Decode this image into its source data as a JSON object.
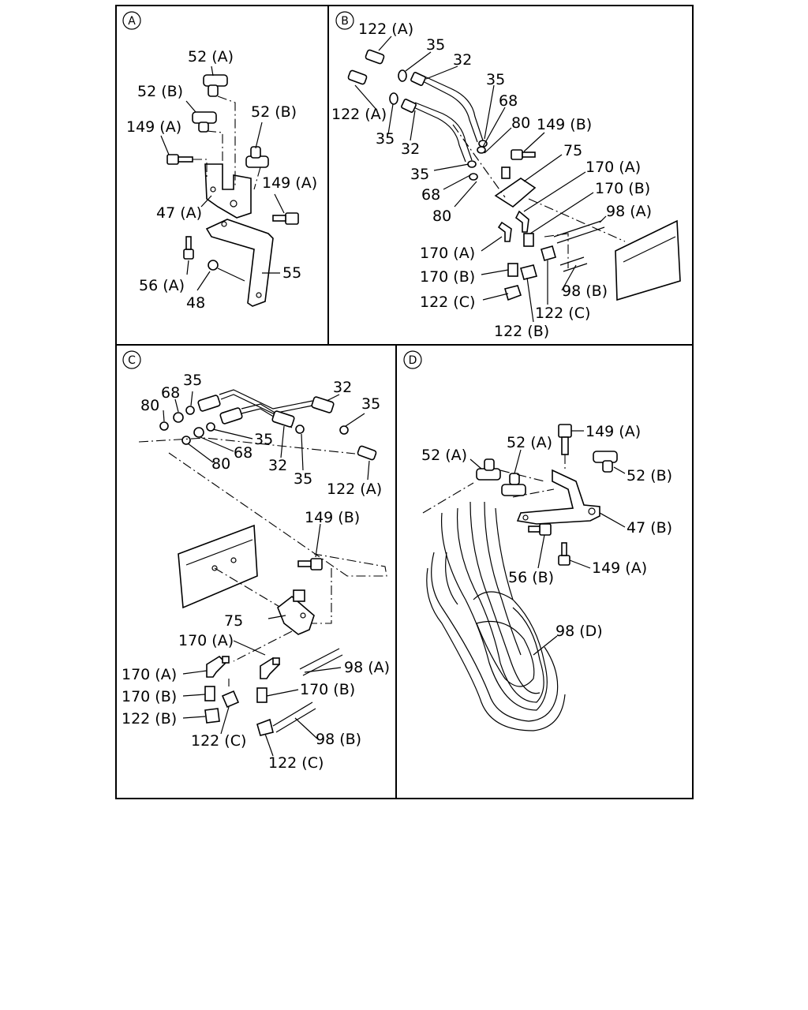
{
  "panels": {
    "A": {
      "marker": "A",
      "labels": [
        "52 (A)",
        "52 (B)",
        "52 (B)",
        "149 (A)",
        "149 (A)",
        "47 (A)",
        "56 (A)",
        "48",
        "55"
      ]
    },
    "B": {
      "marker": "B",
      "labels": [
        "122 (A)",
        "35",
        "32",
        "122 (A)",
        "35",
        "32",
        "35",
        "68",
        "80",
        "149 (B)",
        "75",
        "35",
        "68",
        "80",
        "170 (A)",
        "170 (B)",
        "98 (A)",
        "170 (A)",
        "170 (B)",
        "122 (C)",
        "98 (B)",
        "122 (C)",
        "122 (B)"
      ]
    },
    "C": {
      "marker": "C",
      "labels": [
        "80",
        "68",
        "35",
        "32",
        "35",
        "35",
        "68",
        "80",
        "32",
        "35",
        "122 (A)",
        "149 (B)",
        "75",
        "170 (A)",
        "170 (A)",
        "98 (A)",
        "170 (B)",
        "170 (B)",
        "122 (B)",
        "122 (C)",
        "98 (B)",
        "122 (C)"
      ]
    },
    "D": {
      "marker": "D",
      "labels": [
        "149 (A)",
        "52 (A)",
        "52 (A)",
        "52 (B)",
        "47 (B)",
        "56 (B)",
        "149 (A)",
        "98 (D)"
      ]
    }
  }
}
